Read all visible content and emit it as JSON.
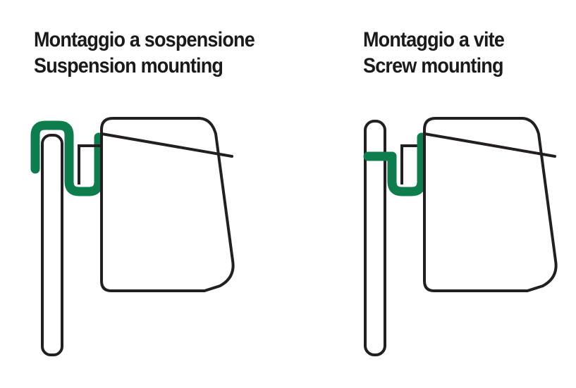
{
  "background_color": "#ffffff",
  "ink_color": "#231f20",
  "accent_color": "#0d7d4d",
  "panels": [
    {
      "id": "suspension",
      "title_it": "Montaggio a sospensione",
      "title_en": "Suspension mounting",
      "diagram": {
        "name": "suspension-mounting-diagram",
        "wall_label": "wall-profile",
        "container_label": "waste-bin-body",
        "bracket_label": "bin-bracket-tab",
        "fastener_label": "suspension-hook",
        "fastener_type": "hook",
        "fastener_color": "#0d7d4d"
      }
    },
    {
      "id": "screw",
      "title_it": "Montaggio a vite",
      "title_en": "Screw mounting",
      "diagram": {
        "name": "screw-mounting-diagram",
        "wall_label": "wall-profile",
        "container_label": "waste-bin-body",
        "bracket_label": "bin-bracket-tab",
        "fastener_label": "mounting-screw",
        "fastener_type": "screw",
        "fastener_color": "#0d7d4d"
      }
    }
  ]
}
